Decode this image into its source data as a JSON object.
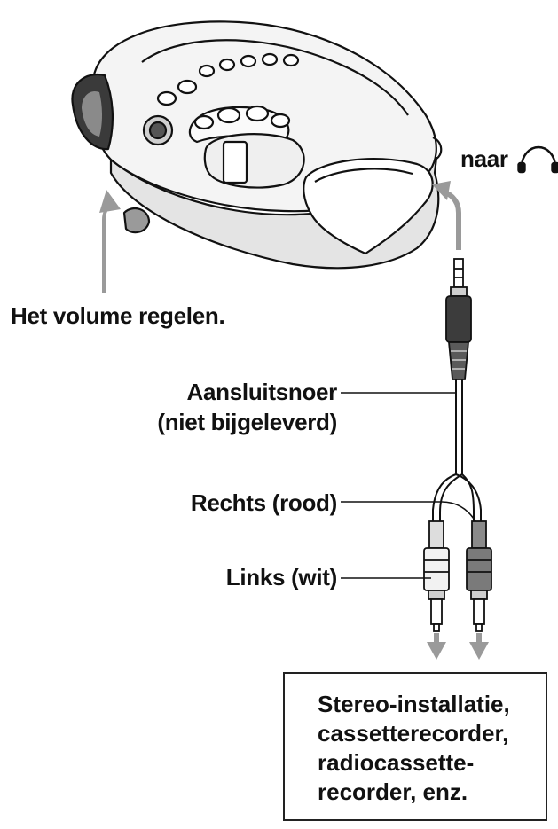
{
  "labels": {
    "to_headphones": "naar",
    "volume": "Het volume regelen.",
    "cord_line1": "Aansluitsnoer",
    "cord_line2": "(niet bijgeleverd)",
    "right_channel": "Rechts (rood)",
    "left_channel": "Links (wit)"
  },
  "destination": {
    "lines": [
      "Stereo-installatie,",
      "cassetterecorder,",
      "radiocassette-",
      "recorder, enz."
    ]
  },
  "icons": {
    "headphones": "headphones-icon",
    "player": "cd-player-illustration",
    "plug": "stereo-mini-plug",
    "rca_left": "rca-plug-white",
    "rca_right": "rca-plug-red"
  },
  "colors": {
    "arrow_gray": "#9a9a9a",
    "ink": "#111111",
    "plug_red_tone": "#7a7a7a",
    "plug_white_tone": "#e6e6e6"
  }
}
